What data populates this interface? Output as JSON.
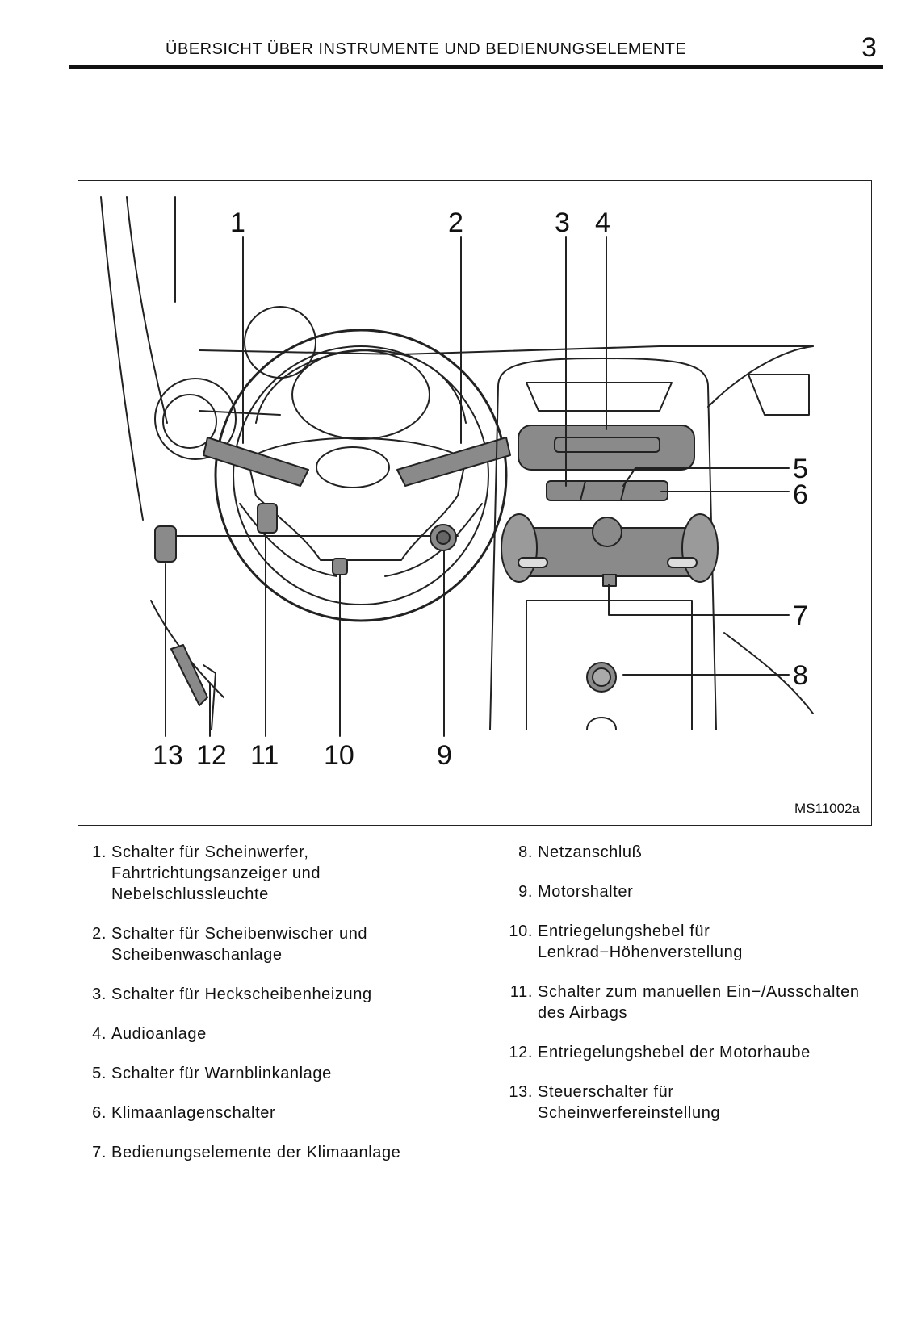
{
  "header": {
    "title": "ÜBERSICHT ÜBER INSTRUMENTE UND BEDIENUNGSELEMENTE",
    "page_number": "3"
  },
  "figure": {
    "id": "MS11002a",
    "callouts": [
      "1",
      "2",
      "3",
      "4",
      "5",
      "6",
      "7",
      "8",
      "9",
      "10",
      "11",
      "12",
      "13"
    ]
  },
  "legend": {
    "left": [
      {
        "num": "1.",
        "lines": [
          "Schalter für Scheinwerfer,",
          "Fahrtrichtungsanzeiger und",
          "Nebelschlussleuchte"
        ]
      },
      {
        "num": "2.",
        "lines": [
          "Schalter für Scheibenwischer und",
          "Scheibenwaschanlage"
        ]
      },
      {
        "num": "3.",
        "lines": [
          "Schalter für Heckscheibenheizung"
        ]
      },
      {
        "num": "4.",
        "lines": [
          "Audioanlage"
        ]
      },
      {
        "num": "5.",
        "lines": [
          "Schalter für Warnblinkanlage"
        ]
      },
      {
        "num": "6.",
        "lines": [
          "Klimaanlagenschalter"
        ]
      },
      {
        "num": "7.",
        "lines": [
          "Bedienungselemente der Klimaanlage"
        ]
      }
    ],
    "right": [
      {
        "num": "8.",
        "lines": [
          "Netzanschluß"
        ]
      },
      {
        "num": "9.",
        "lines": [
          "Motorshalter"
        ]
      },
      {
        "num": "10.",
        "lines": [
          "Entriegelungshebel für",
          "Lenkrad−Höhenverstellung"
        ]
      },
      {
        "num": "11.",
        "lines": [
          "Schalter zum manuellen Ein−/Ausschalten",
          "des Airbags"
        ]
      },
      {
        "num": "12.",
        "lines": [
          "Entriegelungshebel der Motorhaube"
        ]
      },
      {
        "num": "13.",
        "lines": [
          "Steuerschalter für",
          "Scheinwerfereinstellung"
        ]
      }
    ]
  }
}
